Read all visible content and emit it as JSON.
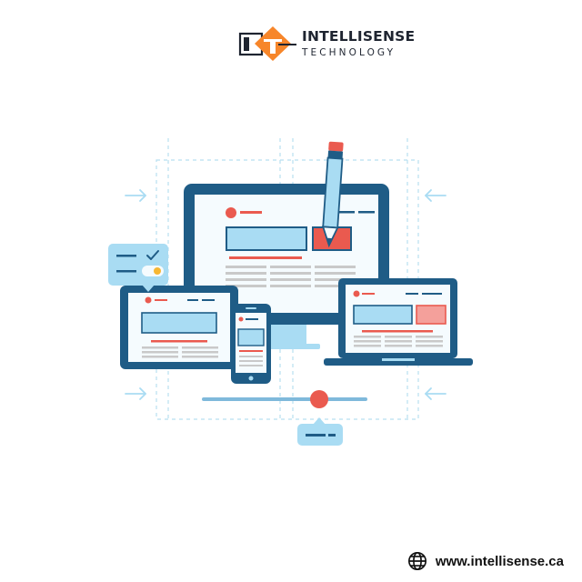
{
  "brand": {
    "name": "INTELLISENSE",
    "tagline": "TECHNOLOGY"
  },
  "footer": {
    "website": "www.intellisense.ca"
  },
  "colors": {
    "navy": "#1f5c86",
    "light_blue": "#a9dcf3",
    "red": "#ea5a4f",
    "orange": "#f7862a",
    "guide": "#b7dff0"
  },
  "icons": [
    "globe-icon",
    "pencil-icon",
    "checkmark-icon"
  ]
}
